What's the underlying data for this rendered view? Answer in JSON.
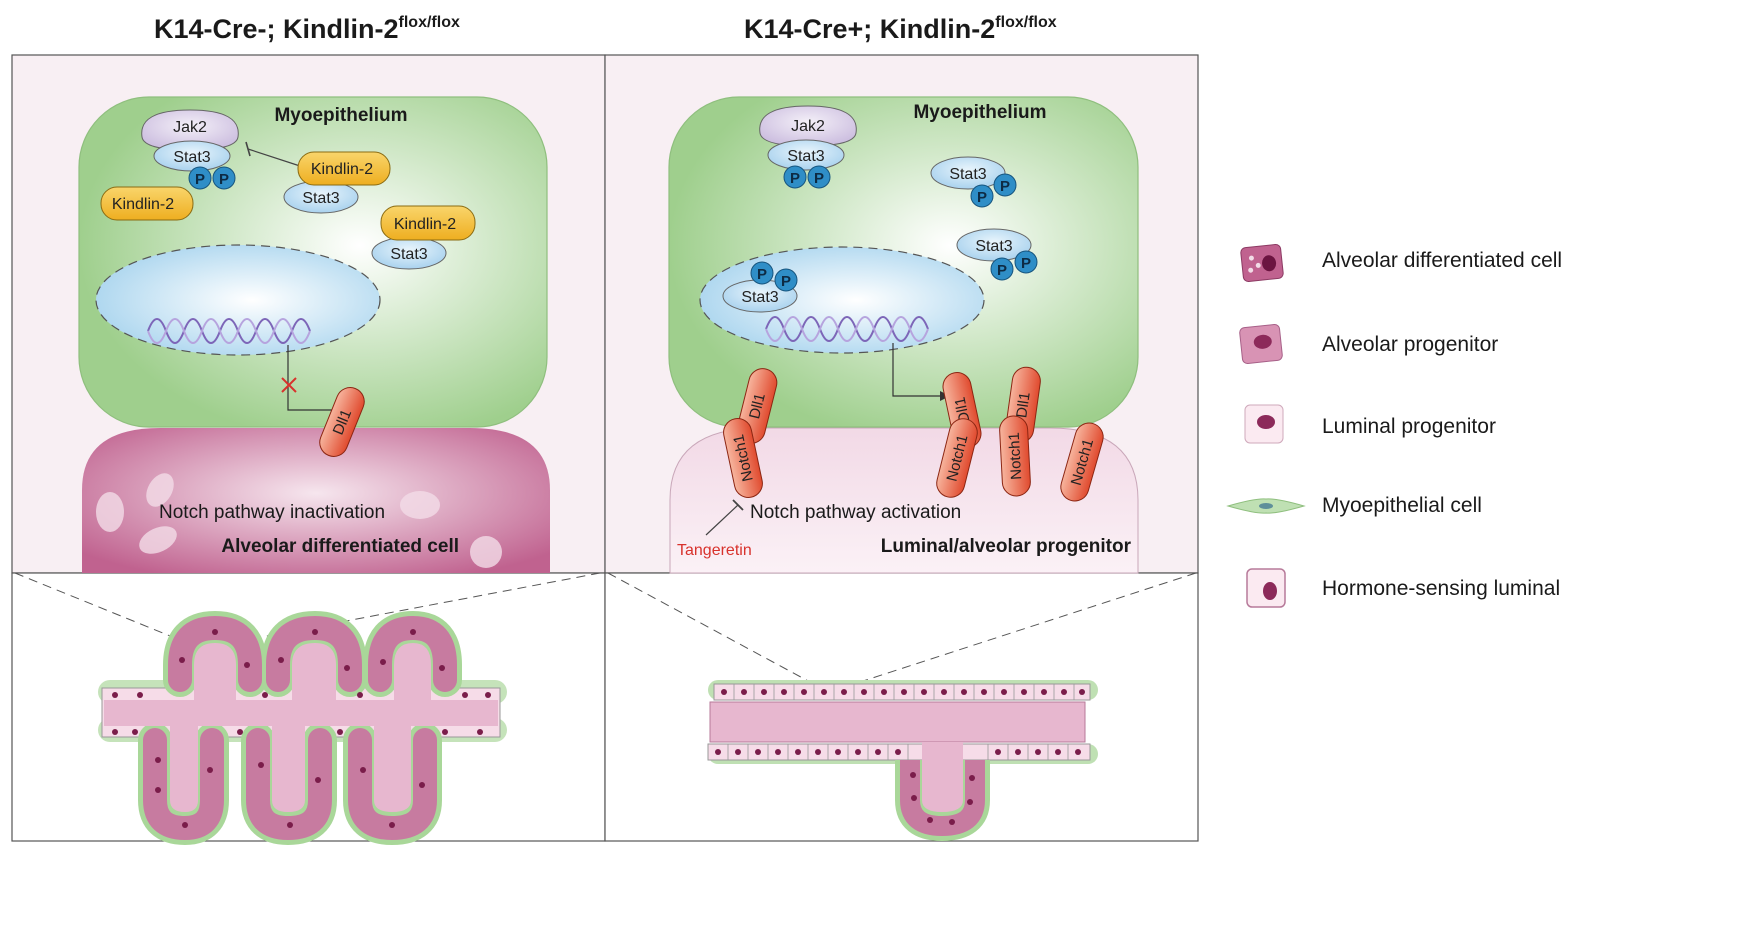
{
  "panels": {
    "left": {
      "title_main": "K14-Cre-; Kindlin-2",
      "title_sup": "flox/flox",
      "region_label": "Myoepithelium",
      "nucleus_dna": "",
      "proteins": {
        "jak2": "Jak2",
        "stat3_top": "Stat3",
        "p": "P",
        "kindlin_a": "Kindlin-2",
        "kindlin_b": "Kindlin-2",
        "kindlin_c": "Kindlin-2",
        "stat3_a": "Stat3",
        "stat3_b": "Stat3",
        "dll1": "Dll1"
      },
      "pathway_label": "Notch pathway inactivation",
      "cell_label": "Alveolar differentiated cell"
    },
    "right": {
      "title_main": "K14-Cre+; Kindlin-2",
      "title_sup": "flox/flox",
      "region_label": "Myoepithelium",
      "proteins": {
        "jak2": "Jak2",
        "stat3_top": "Stat3",
        "stat3_a": "Stat3",
        "stat3_b": "Stat3",
        "stat3_nuc": "Stat3",
        "p": "P",
        "dll1": "Dll1",
        "notch1": "Notch1"
      },
      "pathway_label": "Notch pathway activation",
      "inhibitor_label": "Tangeretin",
      "cell_label": "Luminal/alveolar progenitor"
    }
  },
  "legend": [
    {
      "label": "Alveolar differentiated cell",
      "icon": "alveolar-differentiated-cell-icon"
    },
    {
      "label": "Alveolar progenitor",
      "icon": "alveolar-progenitor-icon"
    },
    {
      "label": "Luminal progenitor",
      "icon": "luminal-progenitor-icon"
    },
    {
      "label": "Myoepithelial cell",
      "icon": "myoepithelial-cell-icon"
    },
    {
      "label": "Hormone-sensing luminal",
      "icon": "hormone-sensing-luminal-icon"
    }
  ],
  "colors": {
    "myoepithelium": "#9fcf8d",
    "nucleus": "#a8d4ee",
    "kindlin": "#f2b930",
    "stat3": "#b9dcf2",
    "jak2": "#d8cde6",
    "phospho": "#2f8ec7",
    "dll1_notch": "#e5573a",
    "alveolar_cell": "#c0628f",
    "progenitor_cell": "#f4dce8",
    "inhibitor": "#d8322c"
  }
}
